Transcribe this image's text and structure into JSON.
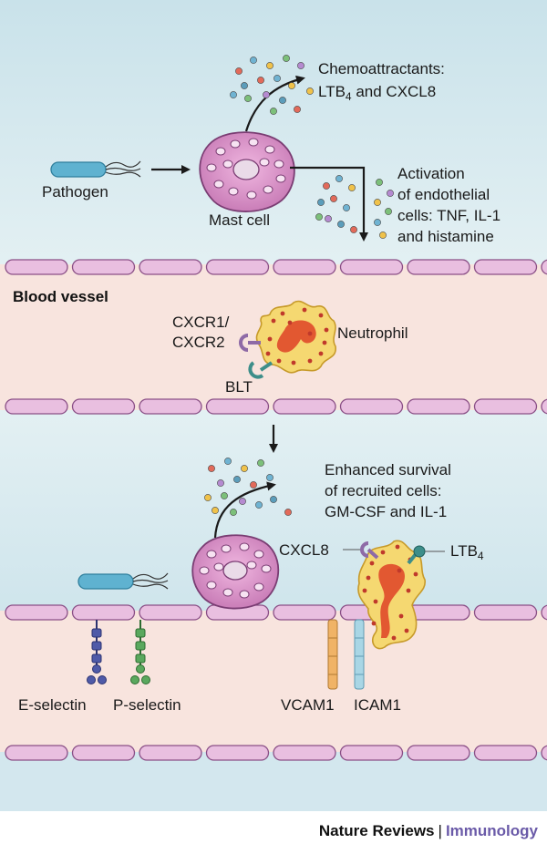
{
  "panel_top": {
    "chemo_line1": "Chemoattractants:",
    "chemo_line2_prefix": "LTB",
    "chemo_line2_sub": "4",
    "chemo_line2_suffix": " and CXCL8",
    "activation_line1": "Activation",
    "activation_line2": "of endothelial",
    "activation_line3": "cells: TNF, IL-1",
    "activation_line4": "and histamine",
    "pathogen_label": "Pathogen",
    "mast_cell_label": "Mast cell"
  },
  "vessel": {
    "title": "Blood vessel",
    "receptor_line1": "CXCR1/",
    "receptor_line2": "CXCR2",
    "neutrophil_label": "Neutrophil",
    "blt_label": "BLT"
  },
  "panel_bottom": {
    "survival_line1": "Enhanced survival",
    "survival_line2": "of recruited cells:",
    "survival_line3": "GM-CSF and IL-1",
    "cxcl8_label": "CXCL8",
    "ltb_prefix": "LTB",
    "ltb_sub": "4",
    "e_selectin": "E-selectin",
    "p_selectin": "P-selectin",
    "vcam1": "VCAM1",
    "icam1": "ICAM1"
  },
  "footer": {
    "publisher": "Nature Reviews",
    "separator": "|",
    "journal": "Immunology"
  },
  "colors": {
    "tissue_blue": "#d3e7ee",
    "vessel_pink": "#f8e4de",
    "endothelium": "#e9bfe0",
    "mast_cell": "#d98cc7",
    "neutrophil": "#f5d871",
    "pathogen": "#5fb2d0",
    "footer_accent": "#6a5aa8"
  }
}
